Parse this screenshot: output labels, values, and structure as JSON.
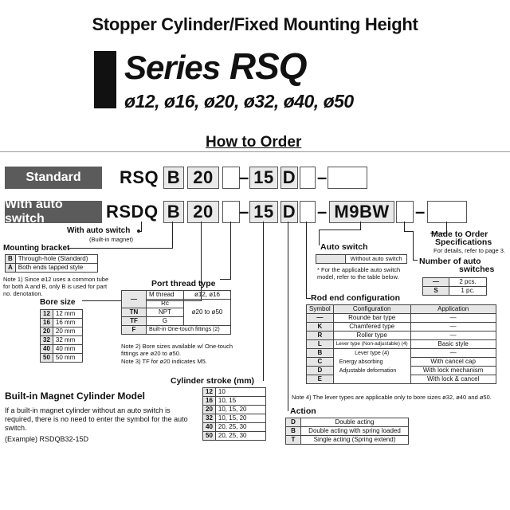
{
  "title": "Stopper Cylinder/Fixed Mounting Height",
  "series": {
    "prefix": "Series",
    "name": "RSQ",
    "bores": "ø12, ø16, ø20, ø32, ø40, ø50"
  },
  "how_to_order": "How to Order",
  "standard": {
    "label": "Standard",
    "prefix": "RSQ",
    "bracket": "B",
    "bore": "20",
    "dash1": "–",
    "stroke": "15",
    "rod": "D",
    "dash2": "–"
  },
  "auto": {
    "label": "With auto switch",
    "prefix": "RSDQ",
    "bracket": "B",
    "bore": "20",
    "dash1": "–",
    "stroke": "15",
    "rod": "D",
    "dash2": "–",
    "switch": "M9BW",
    "dash3": "–"
  },
  "with_auto_switch": {
    "title": "With auto switch",
    "sub": "(Built-in magnet)"
  },
  "mounting_bracket": {
    "title": "Mounting bracket",
    "rows": [
      [
        "B",
        "Through-hole (Standard)"
      ],
      [
        "A",
        "Both ends tapped style"
      ]
    ],
    "note": "Note 1) Since ø12 uses a common tube for both A and B, only B is used for part no. denotation."
  },
  "bore_size": {
    "title": "Bore size",
    "rows": [
      [
        "12",
        "12 mm"
      ],
      [
        "16",
        "16 mm"
      ],
      [
        "20",
        "20 mm"
      ],
      [
        "32",
        "32 mm"
      ],
      [
        "40",
        "40 mm"
      ],
      [
        "50",
        "50 mm"
      ]
    ]
  },
  "port_thread": {
    "title": "Port thread type",
    "h1": "M thread",
    "h2": "ø12, ø16",
    "rows": [
      [
        "—",
        "Rc"
      ],
      [
        "TN",
        "NPT"
      ],
      [
        "TF",
        "G"
      ]
    ],
    "range": "ø20 to ø50",
    "f_code": "F",
    "f_desc": "Built-in One-touch fittings (2)",
    "note2": "Note 2) Bore sizes available w/ One-touch fittings are ø20 to ø50.",
    "note3": "Note 3) TF for ø20 indicates M5."
  },
  "cylinder_stroke": {
    "title": "Cylinder stroke (mm)",
    "rows": [
      [
        "12",
        "10"
      ],
      [
        "16",
        "10, 15"
      ],
      [
        "20",
        "10, 15, 20"
      ],
      [
        "32",
        "10, 15, 20"
      ],
      [
        "40",
        "20, 25, 30"
      ],
      [
        "50",
        "20, 25, 30"
      ]
    ]
  },
  "builtin_magnet": {
    "title": "Built-in Magnet Cylinder Model",
    "text": "If a built-in magnet cylinder without an auto switch is required, there is no need to enter the symbol for the auto switch.",
    "example": "(Example) RSDQB32-15D"
  },
  "auto_switch": {
    "title": "Auto switch",
    "row": "Without auto switch",
    "note": "* For the applicable auto switch model, refer to the table below."
  },
  "made_to_order": {
    "title": "Made to Order",
    "title2": "Specifications",
    "note": "For details, refer to page 3."
  },
  "number_switches": {
    "title": "Number of auto",
    "title2": "switches",
    "rows": [
      [
        "—",
        "2 pcs."
      ],
      [
        "S",
        "1 pc."
      ]
    ]
  },
  "rod_end": {
    "title": "Rod end configuration",
    "headers": [
      "Symbol",
      "Configuration",
      "Application"
    ],
    "rows": [
      [
        "—",
        "Rounde bar type",
        "—"
      ],
      [
        "K",
        "Chamfered type",
        "—"
      ],
      [
        "R",
        "Roller type",
        "—"
      ],
      [
        "L",
        "Lever type (Non-adjustable) (4)",
        "Basic style"
      ],
      [
        "B",
        "",
        "—"
      ],
      [
        "C",
        "",
        "With cancel cap"
      ],
      [
        "D",
        "",
        "With lock mechanism"
      ],
      [
        "E",
        "",
        "With lock & cancel"
      ]
    ],
    "lever": "Lever type (4)",
    "energy": "Energy absorbing",
    "adjust": "Adjustable deformation",
    "note4": "Note 4) The lever types are applicable only to bore sizes ø32, ø40 and ø50."
  },
  "action": {
    "title": "Action",
    "rows": [
      [
        "D",
        "Double acting"
      ],
      [
        "B",
        "Double acting with spring loaded"
      ],
      [
        "T",
        "Single acting (Spring extend)"
      ]
    ]
  }
}
